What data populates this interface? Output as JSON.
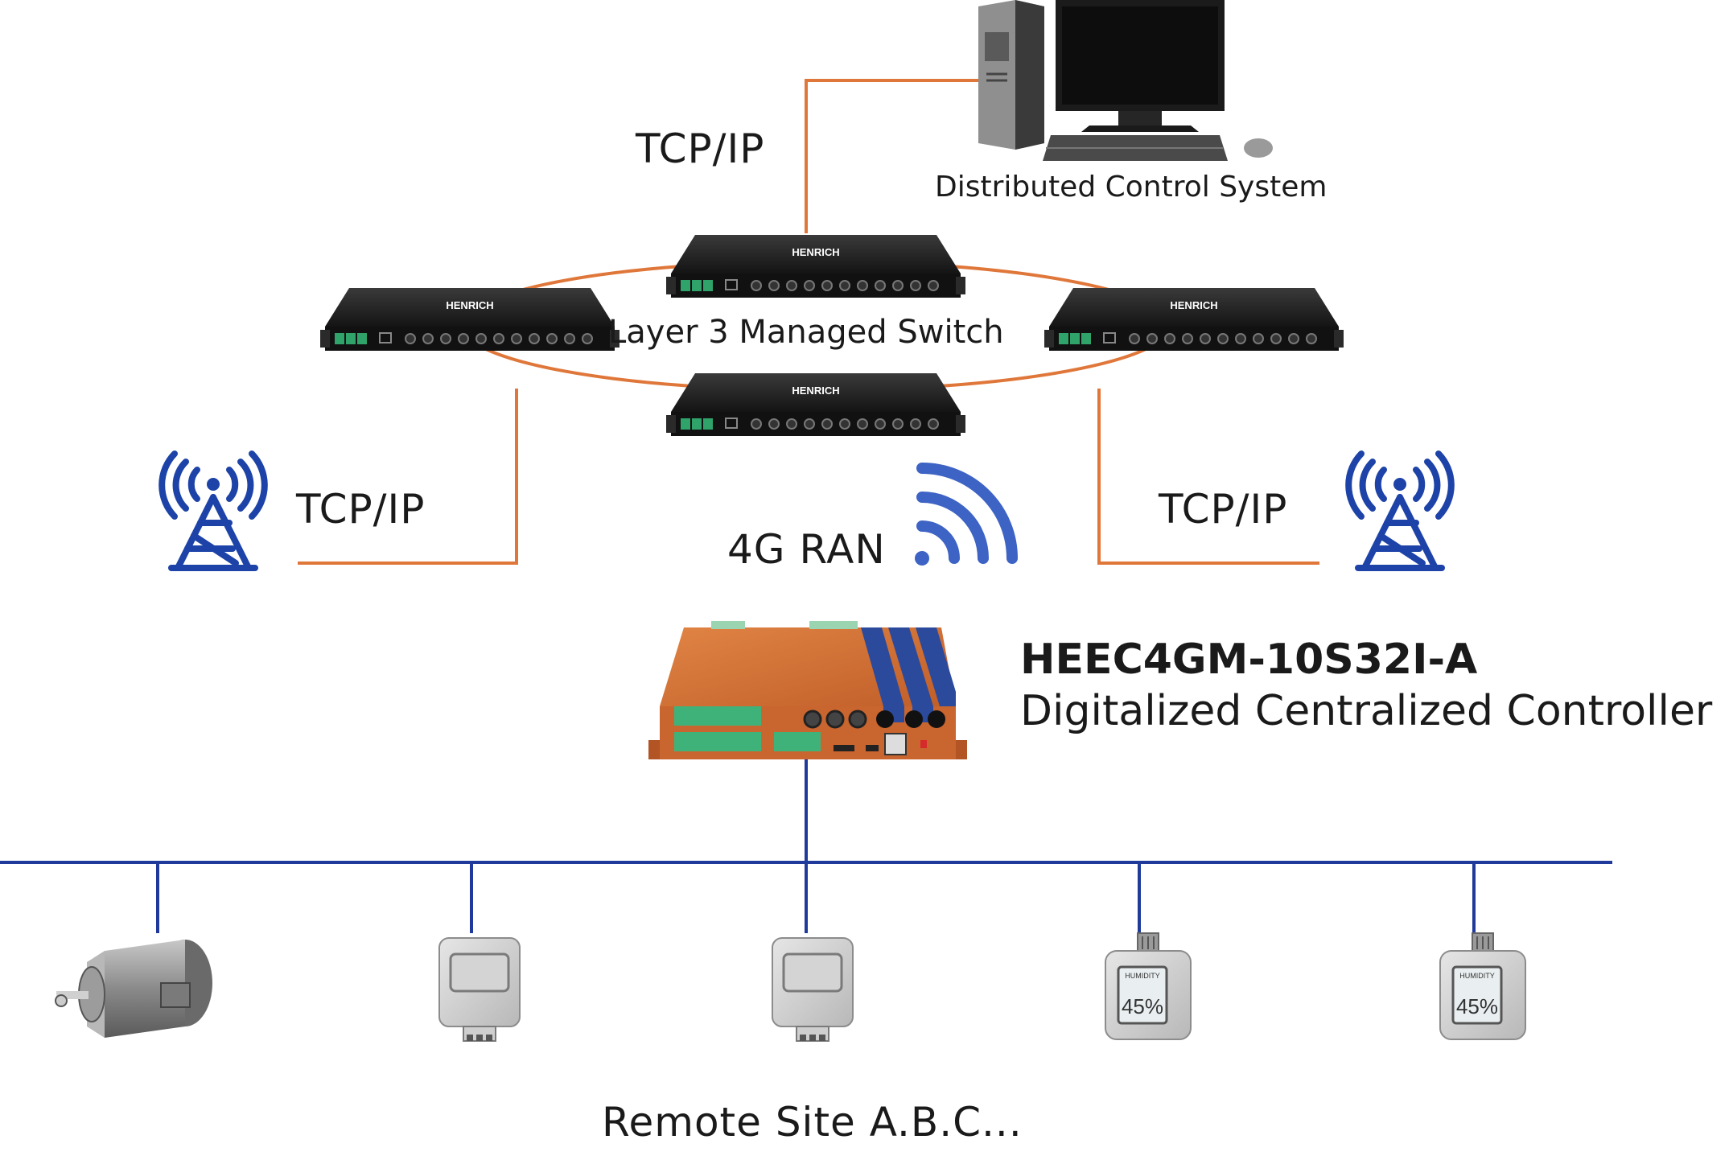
{
  "labels": {
    "tcpip_top": "TCP/IP",
    "dcs": "Distributed Control System",
    "switch": "Layer 3 Managed Switch",
    "tcpip_left": "TCP/IP",
    "tcpip_right": "TCP/IP",
    "ran": "4G RAN",
    "controller_model": "HEEC4GM-10S32I-A",
    "controller_name": "Digitalized Centralized Controller",
    "remote_site": "Remote Site A.B.C...",
    "switch_brand": "HENRICH",
    "sensor_text": "HUMIDITY",
    "sensor_value": "45%"
  },
  "colors": {
    "link_orange": "#e0773a",
    "bus_blue": "#1f3a9a",
    "tower_blue": "#1d43a8",
    "controller_orange": "#cc6b35",
    "controller_stripe": "#2b4a9c",
    "terminal_green": "#3fb27a",
    "switch_body": "#1c1c1c"
  },
  "icons": [
    "desktop-computer-icon",
    "network-switch-icon",
    "radio-tower-icon",
    "wifi-signal-icon",
    "controller-device-icon",
    "motor-icon",
    "meter-icon",
    "humidity-sensor-icon"
  ]
}
